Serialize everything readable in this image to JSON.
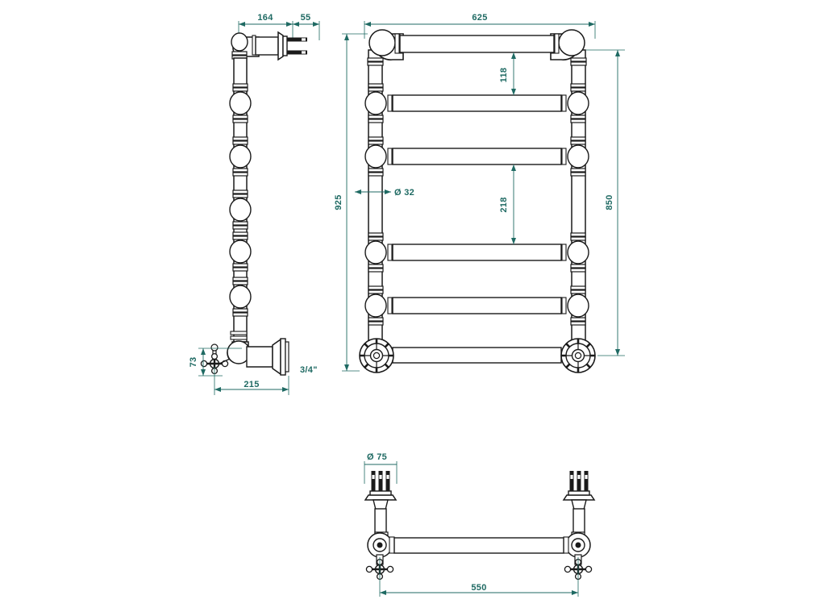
{
  "drawing": {
    "title": "Towel rail technical drawing",
    "type": "orthographic-engineering-drawing",
    "units": "mm",
    "line_color": "#1a1a1a",
    "dimension_color": "#1f6a63",
    "background_color": "#ffffff",
    "views": [
      {
        "id": "side-elevation",
        "name": "Side elevation view (left)"
      },
      {
        "id": "front-elevation",
        "name": "Front elevation view (ladder rail)"
      },
      {
        "id": "plan-view",
        "name": "Plan / top view (bottom)"
      }
    ]
  },
  "dimensions": {
    "side_view": [
      {
        "name": "plug-offset",
        "label": "164",
        "orientation": "horizontal",
        "view": "side-elevation"
      },
      {
        "name": "plug-width",
        "label": "55",
        "orientation": "horizontal",
        "view": "side-elevation"
      },
      {
        "name": "valve-height",
        "label": "73",
        "orientation": "vertical",
        "view": "side-elevation"
      },
      {
        "name": "wall-projection",
        "label": "215",
        "orientation": "horizontal",
        "view": "side-elevation"
      },
      {
        "name": "thread-size",
        "label": "3/4\"",
        "orientation": "note",
        "view": "side-elevation"
      }
    ],
    "front_view": [
      {
        "name": "overall-width",
        "label": "625",
        "orientation": "horizontal",
        "view": "front-elevation"
      },
      {
        "name": "top-rail-gap",
        "label": "118",
        "orientation": "vertical",
        "view": "front-elevation"
      },
      {
        "name": "mid-rail-gap",
        "label": "218",
        "orientation": "vertical",
        "view": "front-elevation"
      },
      {
        "name": "tube-diameter",
        "label": "Ø 32",
        "orientation": "leader",
        "view": "front-elevation"
      },
      {
        "name": "overall-height",
        "label": "925",
        "orientation": "vertical",
        "view": "front-elevation"
      },
      {
        "name": "rail-height",
        "label": "850",
        "orientation": "vertical",
        "view": "front-elevation"
      }
    ],
    "plan_view": [
      {
        "name": "flange-diameter",
        "label": "Ø 75",
        "orientation": "horizontal",
        "view": "plan-view"
      },
      {
        "name": "mounting-centres",
        "label": "550",
        "orientation": "horizontal",
        "view": "plan-view"
      }
    ]
  },
  "components": {
    "side_elevation": [
      {
        "name": "wall-plug-connector",
        "count": 1
      },
      {
        "name": "vertical-pipe",
        "count": 1
      },
      {
        "name": "ball-joint",
        "count": 6
      },
      {
        "name": "cross-handle-valve",
        "count": 1
      },
      {
        "name": "wall-flange",
        "count": 1
      }
    ],
    "front_elevation": [
      {
        "name": "side-rail",
        "count": 2
      },
      {
        "name": "horizontal-bar",
        "count": 6
      },
      {
        "name": "corner-elbow",
        "count": 2
      },
      {
        "name": "rosette-medallion",
        "count": 2
      }
    ],
    "plan_view": [
      {
        "name": "wall-plug-connector",
        "count": 2
      },
      {
        "name": "wall-bracket",
        "count": 2
      },
      {
        "name": "bottom-bar",
        "count": 1
      },
      {
        "name": "cross-handle-valve",
        "count": 2
      }
    ]
  }
}
